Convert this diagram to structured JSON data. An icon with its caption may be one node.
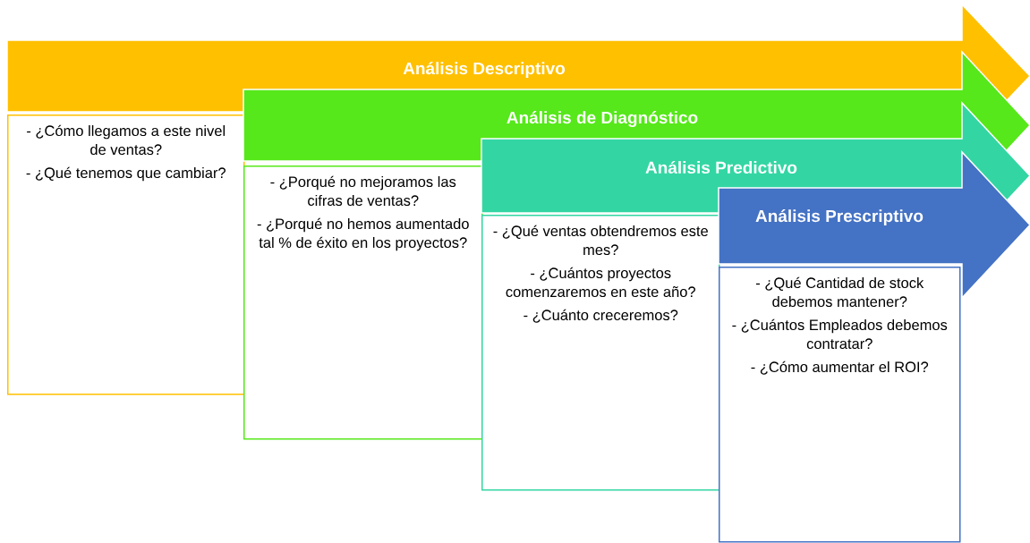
{
  "diagram": {
    "nodes": [
      {
        "text": [
          "Análisis Descriptivo"
        ]
      },
      {
        "text": [
          "- ¿Cómo llegamos a este nivel de ventas?",
          "- ¿Qué tenemos que cambiar?"
        ]
      },
      {
        "text": [
          "Análisis de Diagnóstico"
        ]
      },
      {
        "text": [
          "- ¿Porqué no mejoramos las cifras de ventas?",
          "- ¿Porqué no hemos aumentado tal % de éxito en los proyectos?"
        ]
      },
      {
        "text": [
          "Análisis Predictivo"
        ]
      },
      {
        "text": [
          "- ¿Qué ventas obtendremos este mes?",
          "- ¿Cuántos proyectos comenzaremos en este año?",
          "- ¿Cuánto creceremos?"
        ]
      },
      {
        "text": [
          "Análisis Prescriptivo"
        ]
      },
      {
        "text": [
          "- ¿Qué Cantidad de stock debemos mantener?",
          "- ¿Cuántos Empleados debemos contratar?",
          "- ¿Cómo aumentar el ROI?"
        ]
      }
    ]
  }
}
